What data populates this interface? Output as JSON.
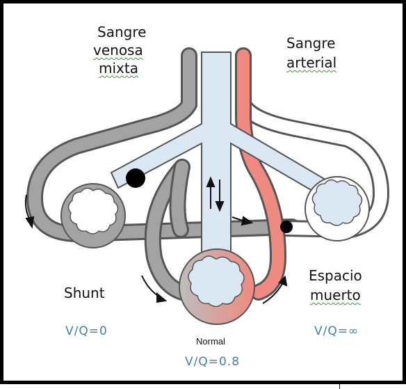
{
  "labels": {
    "venous_line1": "Sangre",
    "venous_line2": "venosa",
    "venous_line3": "mixta",
    "arterial_line1": "Sangre",
    "arterial_line2": "arterial",
    "shunt": "Shunt",
    "dead_space_line1": "Espacio",
    "dead_space_line2": "muerto",
    "normal": "Normal"
  },
  "ratios": {
    "shunt": "V/Q=0",
    "dead_space": "V/Q=∞",
    "normal": "V/Q=0.8"
  },
  "colors": {
    "venous": "#8f8f8f",
    "venous_fill": "#a3a3a3",
    "arterial": "#ef8a80",
    "airway": "#dbe7f3",
    "outline": "#4a4a4a",
    "ratio_text": "#3f82a8"
  }
}
